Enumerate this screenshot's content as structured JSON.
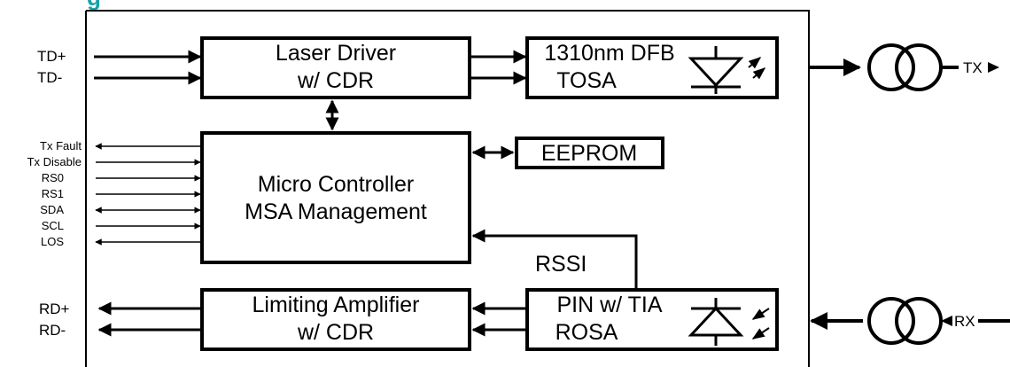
{
  "diagram": {
    "heading_fragment": "g",
    "blocks": {
      "laser_driver": {
        "line1": "Laser Driver",
        "line2": "w/ CDR"
      },
      "tosa": {
        "line1": "1310nm DFB",
        "line2": "TOSA"
      },
      "micro_controller": {
        "line1": "Micro Controller",
        "line2": "MSA Management"
      },
      "eeprom": {
        "label": "EEPROM"
      },
      "limiting_amplifier": {
        "line1": "Limiting Amplifier",
        "line2": "w/ CDR"
      },
      "rosa": {
        "line1": "PIN w/ TIA",
        "line2": "ROSA"
      }
    },
    "signals": {
      "td_plus": "TD+",
      "td_minus": "TD-",
      "rd_plus": "RD+",
      "rd_minus": "RD-",
      "tx": "TX",
      "rx": "RX",
      "rssi": "RSSI"
    },
    "control_pins": [
      "Tx Fault",
      "Tx Disable",
      "RS0",
      "RS1",
      "SDA",
      "SCL",
      "LOS"
    ],
    "colors": {
      "heading": "#16a3a6",
      "line": "#000000",
      "background": "#ffffff"
    }
  }
}
